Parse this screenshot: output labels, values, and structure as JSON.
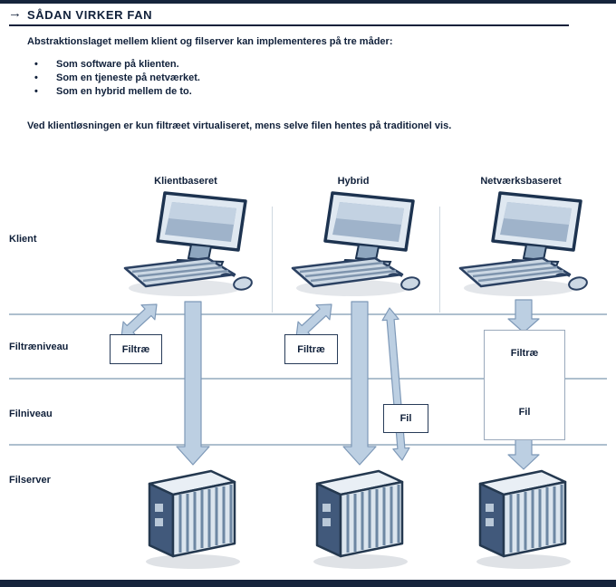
{
  "header": {
    "title": "SÅDAN VIRKER FAN"
  },
  "icons": {
    "header_arrow": "→",
    "bullet": "•",
    "computer": "client-computer-icon",
    "server": "file-server-icon"
  },
  "intro": {
    "lead": "Abstraktionslaget mellem klient og filserver kan implementeres på tre måder:",
    "bullets": [
      "Som software på klienten.",
      "Som en tjeneste på netværket.",
      "Som en hybrid mellem de to."
    ],
    "note": "Ved klientløsningen er kun filtræet virtualiseret, mens selve filen hentes på traditionel vis."
  },
  "diagram": {
    "column_headers": [
      "Klientbaseret",
      "Hybrid",
      "Netværksbaseret"
    ],
    "row_labels": [
      "Klient",
      "Filtræniveau",
      "Filniveau",
      "Filserver"
    ],
    "boxes": {
      "client_filtree": "Filtræ",
      "hybrid_filtree": "Filtræ",
      "hybrid_file": "Fil",
      "network_filtree": "Filtræ",
      "network_file": "Fil"
    },
    "colors": {
      "navy": "#10203a",
      "bar": "#16243c",
      "arrow_fill": "#bccfe2",
      "arrow_edge": "#7e99b8",
      "rule": "#aebfce"
    }
  }
}
